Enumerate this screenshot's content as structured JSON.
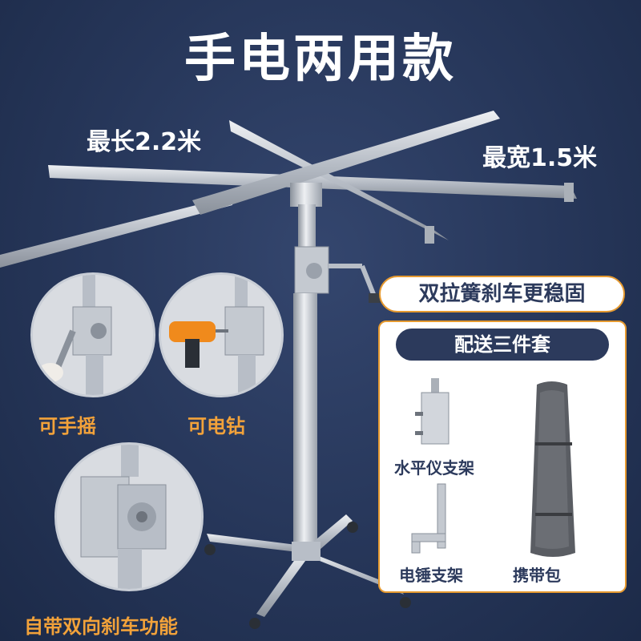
{
  "title": "手电两用款",
  "dimensions": {
    "max_length": "最长2.2米",
    "max_width": "最宽1.5米"
  },
  "features": {
    "hand_crank": "可手摇",
    "electric_drill": "可电钻",
    "brake": "自带双向刹车功能",
    "spring_brake": "双拉簧刹车更稳固"
  },
  "kit": {
    "header": "配送三件套",
    "items": [
      {
        "label": "水平仪支架",
        "icon": "level-bracket-icon"
      },
      {
        "label": "电锤支架",
        "icon": "hammer-bracket-icon"
      },
      {
        "label": "携带包",
        "icon": "carry-bag-icon"
      }
    ]
  },
  "colors": {
    "background": "#263659",
    "accent": "#f2a23a",
    "navy": "#2c3a5c",
    "metal": "#c4c9d0"
  }
}
